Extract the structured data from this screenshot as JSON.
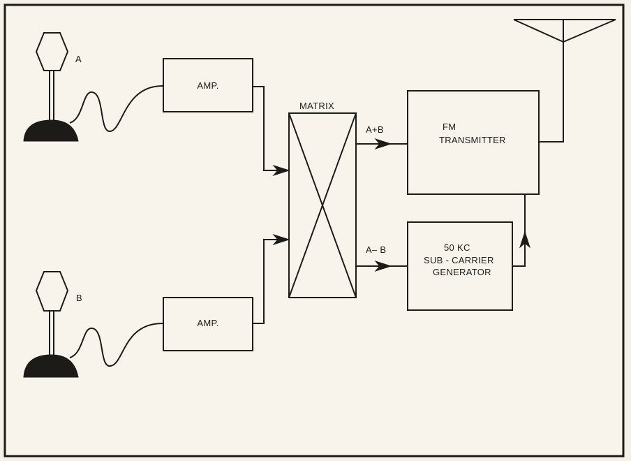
{
  "mic_a": {
    "label": "A"
  },
  "mic_b": {
    "label": "B"
  },
  "amp_a": {
    "label": "AMP."
  },
  "amp_b": {
    "label": "AMP."
  },
  "matrix": {
    "label": "MATRIX"
  },
  "signals": {
    "sum": "A+B",
    "difference": "A– B"
  },
  "fm_transmitter": {
    "line1": "FM",
    "line2": "TRANSMITTER"
  },
  "subcarrier_generator": {
    "line1": "50 KC",
    "line2": "SUB - CARRIER",
    "line3": "GENERATOR"
  },
  "colors": {
    "ink": "#1c1b18",
    "paper": "#f6f1e8"
  }
}
